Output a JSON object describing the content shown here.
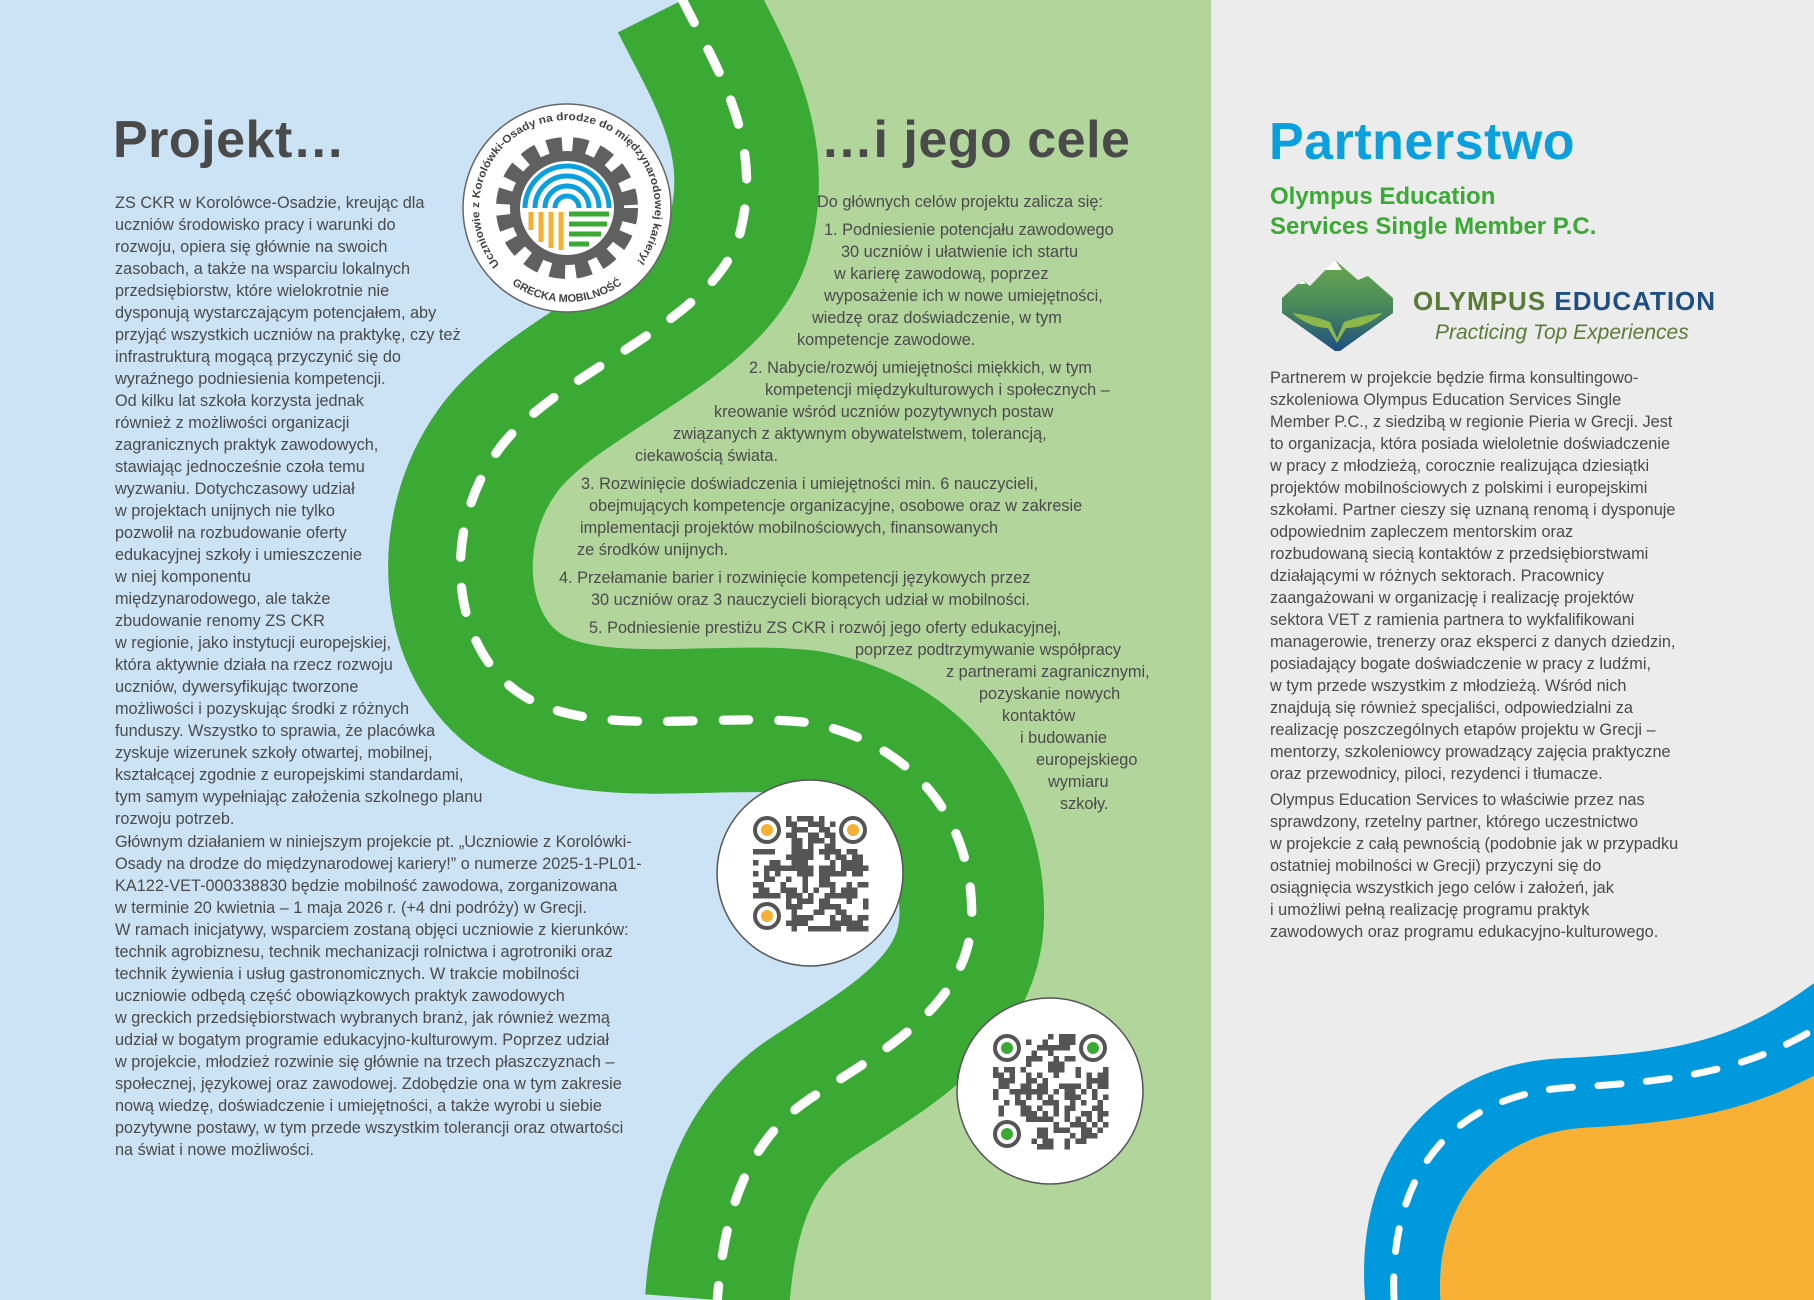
{
  "colors": {
    "light_blue": "#cce3f5",
    "light_green": "#b2d59c",
    "road_green": "#3aaa35",
    "gray_panel": "#ececec",
    "accent_blue": "#0aa0e0",
    "orange": "#f7b033",
    "text": "#4a4a4a"
  },
  "left": {
    "title": "Projekt…",
    "para1": [
      "ZS CKR w Korolówce-Osadzie, kreując dla",
      "uczniów środowisko pracy i warunki do",
      "rozwoju, opiera się głównie na swoich",
      "zasobach, a także na wsparciu lokalnych",
      "przedsiębiorstw, które wielokrotnie nie",
      "dysponują wystarczającym potencjałem, aby",
      "przyjąć wszystkich uczniów na praktykę, czy też",
      "infrastrukturą mogącą przyczynić się do",
      "wyraźnego podniesienia kompetencji.",
      "Od kilku lat szkoła korzysta jednak",
      "również z możliwości organizacji",
      "zagranicznych praktyk zawodowych,",
      "stawiając jednocześnie czoła temu",
      "wyzwaniu. Dotychczasowy udział",
      "w projektach unijnych nie tylko",
      "pozwolił na rozbudowanie oferty",
      "edukacyjnej szkoły i umieszczenie",
      "w niej komponentu",
      "międzynarodowego, ale także",
      "zbudowanie renomy ZS CKR",
      "w regionie, jako instytucji europejskiej,",
      "która aktywnie działa na rzecz rozwoju",
      "uczniów, dywersyfikując tworzone",
      "możliwości i pozyskując środki z różnych",
      "funduszy. Wszystko to sprawia, że placówka",
      "zyskuje wizerunek szkoły otwartej, mobilnej,",
      "kształcącej zgodnie z europejskimi standardami,",
      "tym samym wypełniając założenia szkolnego planu",
      "rozwoju potrzeb."
    ],
    "para2": [
      "Głównym działaniem w niniejszym projekcie pt. „Uczniowie z Korolówki-",
      "Osady na drodze do międzynarodowej kariery!” o numerze 2025-1-PL01-",
      "KA122-VET-000338830 będzie mobilność zawodowa, zorganizowana",
      "w terminie 20 kwietnia – 1 maja 2026 r. (+4 dni podróży) w Grecji.",
      "W ramach inicjatywy, wsparciem zostaną objęci uczniowie z kierunków:",
      "technik agrobiznesu, technik mechanizacji rolnictwa i agrotroniki oraz",
      "technik żywienia i usług gastronomicznych. W trakcie mobilności",
      "uczniowie odbędą część obowiązkowych praktyk zawodowych",
      "w greckich przedsiębiorstwach wybranych branż, jak również wezmą",
      "udział w bogatym programie edukacyjno-kulturowym. Poprzez udział",
      "w projekcie, młodzież rozwinie się głównie na trzech płaszczyznach –",
      "społecznej, językowej oraz zawodowej. Zdobędzie ona w tym zakresie",
      "nową wiedzę, doświadczenie i umiejętności, a także wyrobi u siebie",
      "pozytywne postawy, w tym przede wszystkim tolerancji oraz otwartości",
      "na świat i nowe możliwości."
    ],
    "badge": {
      "ring_text": "Uczniowie z Korolówki-Osady na drodze do międzynarodowej kariery!",
      "bottom_text": "GRECKA MOBILNOŚĆ"
    }
  },
  "middle": {
    "title": "…i jego cele",
    "lines": [
      "Do głównych celów projektu zalicza się:",
      "1.   Podniesienie potencjału zawodowego",
      "30 uczniów i ułatwienie ich startu",
      "w karierę zawodową, poprzez",
      "wyposażenie ich w nowe umiejętności,",
      "wiedzę oraz doświadczenie, w tym",
      "kompetencje zawodowe.",
      "2.   Nabycie/rozwój umiejętności miękkich, w tym",
      "kompetencji międzykulturowych i społecznych –",
      "kreowanie wśród uczniów pozytywnych postaw",
      "związanych z aktywnym obywatelstwem, tolerancją,",
      "ciekawością świata.",
      "3.   Rozwinięcie doświadczenia i umiejętności min. 6 nauczycieli,",
      "obejmujących kompetencje organizacyjne, osobowe oraz w zakresie",
      "implementacji projektów mobilnościowych, finansowanych",
      "ze środków unijnych.",
      "4.   Przełamanie barier i rozwinięcie kompetencji językowych przez",
      "30 uczniów oraz 3 nauczycieli biorących udział w mobilności.",
      "5.   Podniesienie prestiżu ZS CKR i rozwój jego oferty edukacyjnej,",
      "poprzez podtrzymywanie współpracy",
      "z partnerami zagranicznymi,",
      "pozyskanie nowych",
      "kontaktów",
      "i budowanie",
      "europejskiego",
      "wymiaru",
      "szkoły."
    ]
  },
  "right": {
    "title": "Partnerstwo",
    "subtitle": [
      "Olympus Education",
      "Services Single Member P.C."
    ],
    "logo": {
      "name_a": "OLYMPUS",
      "name_b": "EDUCATION",
      "tagline": "Practicing Top Experiences"
    },
    "para1": [
      "Partnerem w projekcie będzie firma konsultingowo-",
      "szkoleniowa Olympus Education Services Single",
      "Member P.C., z siedzibą w regionie Pieria w Grecji. Jest",
      "to organizacja, która posiada wieloletnie doświadczenie",
      "w pracy z młodzieżą, corocznie realizująca dziesiątki",
      "projektów mobilnościowych z polskimi i europejskimi",
      "szkołami. Partner cieszy się uznaną renomą i dysponuje",
      "odpowiednim zapleczem mentorskim oraz",
      "rozbudowaną siecią kontaktów z przedsiębiorstwami",
      "działającymi w różnych sektorach. Pracownicy",
      "zaangażowani w organizację i realizację projektów",
      "sektora VET z ramienia partnera to wykfalifikowani",
      "managerowie, trenerzy oraz eksperci z danych dziedzin,",
      "posiadający bogate doświadczenie w pracy z ludźmi,",
      "w tym przede wszystkim z młodzieżą. Wśród nich",
      "znajdują się również specjaliści, odpowiedzialni za",
      "realizację poszczególnych etapów projektu w Grecji –",
      "mentorzy, szkoleniowcy prowadzący zajęcia praktyczne",
      "oraz przewodnicy, piloci, rezydenci i tłumacze."
    ],
    "para2": [
      "Olympus Education Services to właściwie przez nas",
      "sprawdzony, rzetelny partner, którego uczestnictwo",
      "w projekcie z całą pewnością (podobnie jak w przypadku",
      "ostatniej mobilności w Grecji) przyczyni się do",
      "osiągnięcia wszystkich jego celów i założeń, jak",
      "i umożliwi pełną realizację programu praktyk",
      "zawodowych oraz programu edukacyjno-kulturowego."
    ]
  }
}
